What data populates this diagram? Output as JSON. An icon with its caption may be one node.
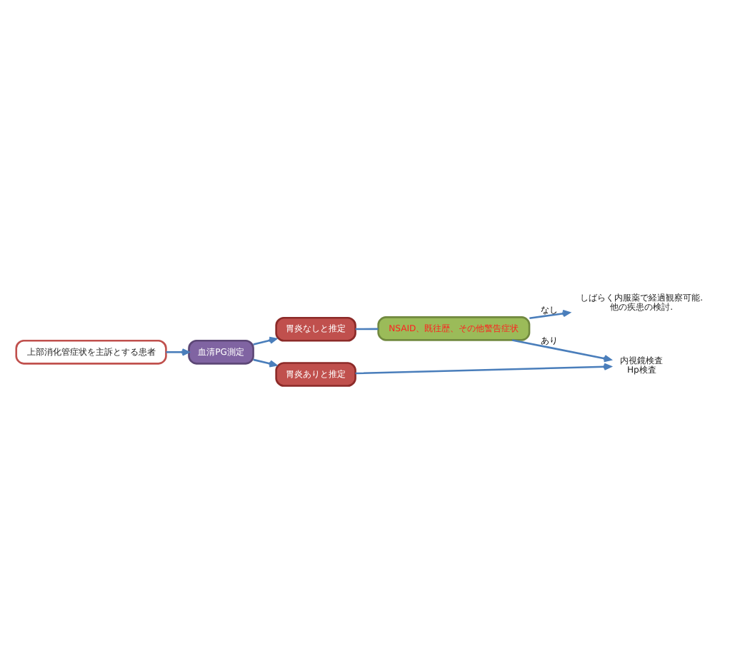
{
  "diagram": {
    "nodes": [
      {
        "text": [
          "上部消化管症状を主訴とする患者"
        ]
      },
      {
        "text": [
          "血清PG測定"
        ]
      },
      {
        "text": [
          "胃炎なしと推定"
        ]
      },
      {
        "text": [
          "胃炎ありと推定"
        ]
      },
      {
        "text": [
          "NSAID、既往歴、その他警告症状"
        ]
      },
      {
        "text": [
          "しばらく内服薬で経過観察可能.",
          "他の疾患の検討."
        ]
      },
      {
        "text": [
          "内視鏡検査",
          "Hp検査"
        ]
      }
    ],
    "edges": [
      {
        "from": 0,
        "to": 1,
        "arrow": "to"
      },
      {
        "from": 1,
        "to": 2,
        "arrow": "to"
      },
      {
        "from": 1,
        "to": 3,
        "arrow": "to"
      },
      {
        "from": 2,
        "to": 4,
        "arrow": "none"
      },
      {
        "from": 4,
        "to": 5,
        "arrow": "to",
        "label": "なし"
      },
      {
        "from": 4,
        "to": 6,
        "arrow": "to",
        "label": "あり"
      },
      {
        "from": 3,
        "to": 6,
        "arrow": "to"
      }
    ]
  }
}
